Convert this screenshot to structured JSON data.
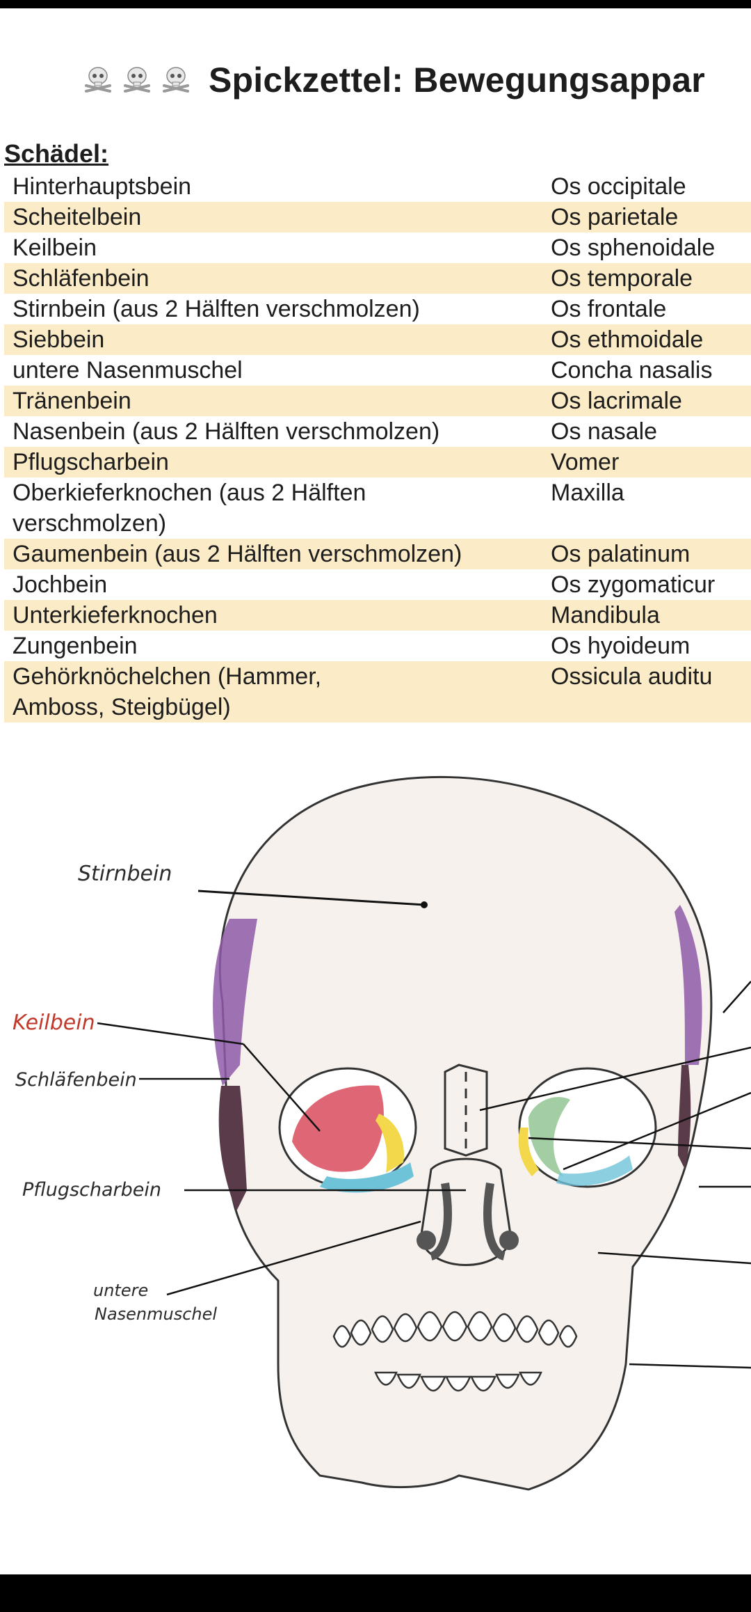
{
  "title": {
    "text": "Spickzettel: Bewegungsappar",
    "icons": [
      "skull-icon",
      "skull-icon",
      "skull-icon"
    ]
  },
  "section": {
    "heading": "Schädel:"
  },
  "bones": [
    {
      "german": "Hinterhauptsbein",
      "latin": "Os occipitale"
    },
    {
      "german": "Scheitelbein",
      "latin": "Os parietale"
    },
    {
      "german": "Keilbein",
      "latin": "Os sphenoidale"
    },
    {
      "german": "Schläfenbein",
      "latin": "Os temporale"
    },
    {
      "german": "Stirnbein (aus 2 Hälften verschmolzen)",
      "latin": "Os frontale"
    },
    {
      "german": "Siebbein",
      "latin": "Os ethmoidale"
    },
    {
      "german": "untere Nasenmuschel",
      "latin": "Concha nasalis"
    },
    {
      "german": "Tränenbein",
      "latin": "Os lacrimale"
    },
    {
      "german": "Nasenbein (aus 2 Hälften verschmolzen)",
      "latin": "Os nasale"
    },
    {
      "german": "Pflugscharbein",
      "latin": "Vomer"
    },
    {
      "german": "Oberkieferknochen (aus 2 Hälften verschmolzen)",
      "latin": "Maxilla"
    },
    {
      "german": "Gaumenbein (aus 2 Hälften verschmolzen)",
      "latin": "Os palatinum"
    },
    {
      "german": "Jochbein",
      "latin": "Os zygomaticur"
    },
    {
      "german": "Unterkieferknochen",
      "latin": "Mandibula"
    },
    {
      "german": "Zungenbein",
      "latin": "Os hyoideum"
    },
    {
      "german": "Gehörknöchelchen (Hammer, Amboss, Steigbügel)",
      "latin": "Ossicula auditu"
    }
  ],
  "diagram": {
    "labels": {
      "stirnbein": "Stirnbein",
      "keilbein": "Keilbein",
      "schlaefenbein": "Schläfenbein",
      "pflugscharbein": "Pflugscharbein",
      "untere1": "untere",
      "untere2": "Nasenmuschel"
    },
    "colors": {
      "row_highlight": "#fbebc7",
      "keilbein_label": "#c0392b",
      "purple": "#8e5aa8",
      "red": "#d94b5c",
      "yellow": "#f2d84a",
      "blue": "#6fc3d9",
      "green": "#8cc08c",
      "skin": "#f3dccd"
    }
  }
}
